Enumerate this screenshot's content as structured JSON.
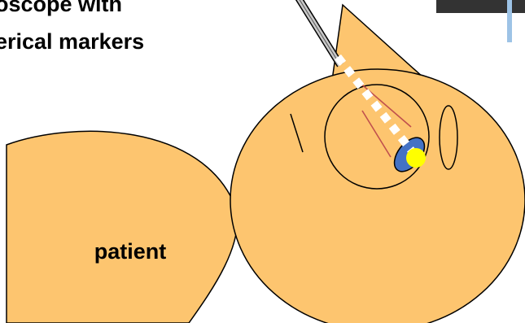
{
  "title": {
    "lines": [
      "oscope with",
      "erical markers"
    ]
  },
  "diagram": {
    "patient_label": "patient"
  },
  "colors": {
    "skin": "#FDC56F",
    "outline": "#000000",
    "marker_path": "#FFFFFF",
    "ellipse_blue": "#4472C4",
    "marker_yellow": "#FFFF00",
    "fan_red": "#C0504D",
    "instrument_gray": "#C8C8C8",
    "light_blue_bar": "#9DC3E6",
    "dark_corner": "#333333"
  }
}
